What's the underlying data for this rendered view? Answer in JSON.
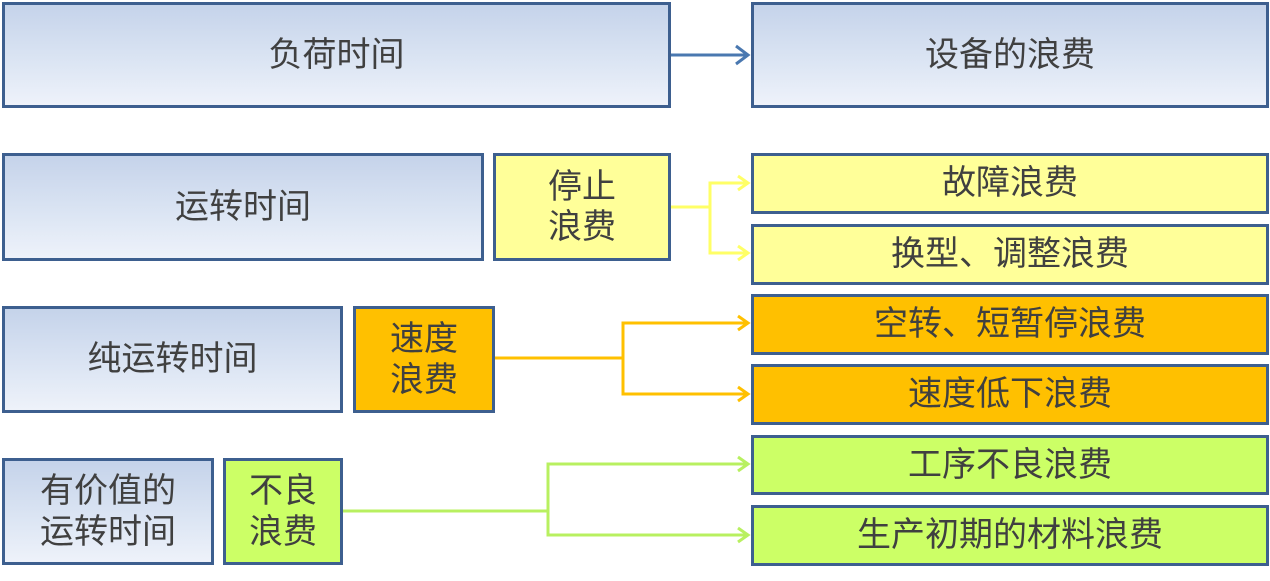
{
  "rows": {
    "load_time": {
      "label": "负荷时间",
      "target": "设备的浪费"
    },
    "operating_time": {
      "label": "运转时间",
      "waste": "停止\n浪费",
      "targets": [
        "故障浪费",
        "换型、调整浪费"
      ]
    },
    "net_operating_time": {
      "label": "纯运转时间",
      "waste": "速度\n浪费",
      "targets": [
        "空转、短暂停浪费",
        "速度低下浪费"
      ]
    },
    "valuable_operating_time": {
      "label": "有价值的\n运转时间",
      "waste": "不良\n浪费",
      "targets": [
        "工序不良浪费",
        "生产初期的材料浪费"
      ]
    }
  },
  "colors": {
    "border": "#3d5f8f",
    "blue_box": "#dde6f4",
    "yellow": "#ffff99",
    "orange": "#ffc000",
    "green": "#ccff66",
    "arrow_blue": "#4a78b0",
    "arrow_yellow": "#ffff66",
    "arrow_orange": "#ffc000",
    "arrow_green": "#b8f060"
  }
}
